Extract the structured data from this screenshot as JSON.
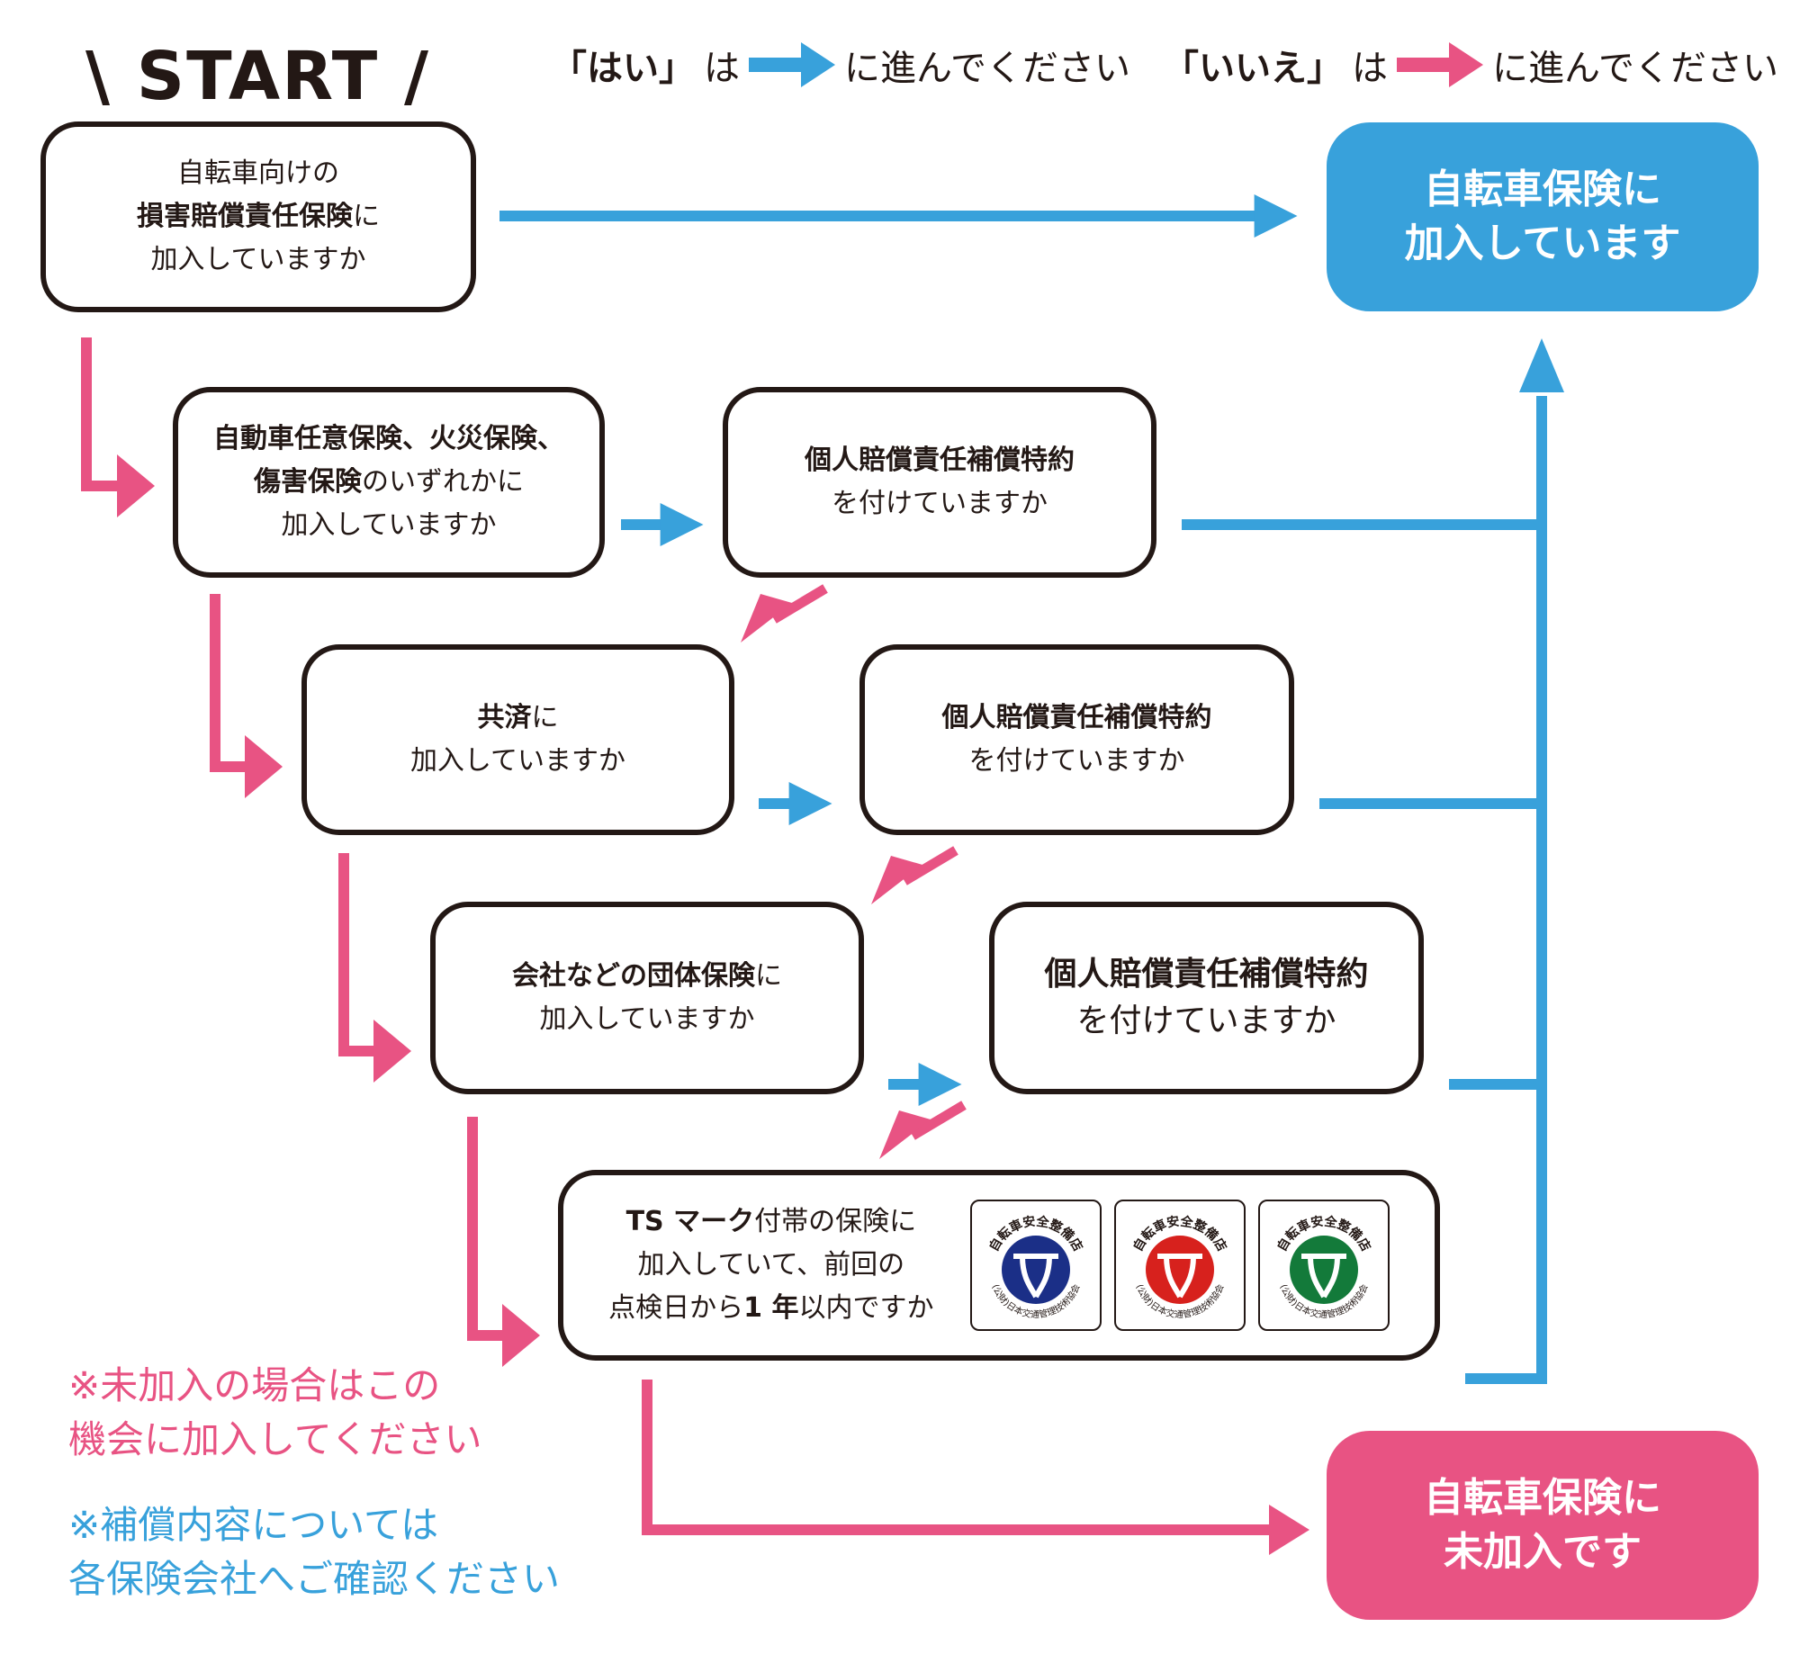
{
  "colors": {
    "yes": "#38a1db",
    "no": "#e85383",
    "text": "#231815",
    "badge_blue": "#1b2f87",
    "badge_red": "#d7211d",
    "badge_green": "#137a3a"
  },
  "start_label": "\\ START /",
  "legend": {
    "yes_word": "「はい」",
    "yes_ha": "は",
    "yes_arrow_icon": "arrow-right-blue",
    "yes_text": "に進んでください",
    "no_word": "「いいえ」",
    "no_ha": "は",
    "no_arrow_icon": "arrow-right-pink",
    "no_text": "に進んでください"
  },
  "questions": [
    {
      "line1": "自転車向けの",
      "line2_bold": "損害賠償責任保険",
      "line2_rest": "に",
      "line3": "加入していますか"
    },
    {
      "line1_bold": "自動車任意保険、火災保険、",
      "line2_bold": "傷害保険",
      "line2_rest": "のいずれかに",
      "line3": "加入していますか"
    },
    {
      "line1_bold": "個人賠償責任補償特約",
      "line2": "を付けていますか"
    },
    {
      "line1_bold": "共済",
      "line1_rest": "に",
      "line2": "加入していますか"
    },
    {
      "line1_bold": "個人賠償責任補償特約",
      "line2": "を付けていますか"
    },
    {
      "line1_bold": "会社などの団体保険",
      "line1_rest": "に",
      "line2": "加入していますか"
    },
    {
      "line1_bold": "個人賠償責任補償特約",
      "line2": "を付けていますか"
    },
    {
      "line1_bold": "TS マーク",
      "line1_rest": "付帯の保険に",
      "line2": "加入していて、前回の",
      "line3_pre": "点検日から",
      "line3_bold": "1 年",
      "line3_post": "以内ですか"
    }
  ],
  "ts_badges": [
    {
      "top_text": "自転車安全整備店",
      "mark": "TS",
      "bottom_text": "(公財)日本交通管理技術協会",
      "color": "blue"
    },
    {
      "top_text": "自転車安全整備店",
      "mark": "TS",
      "bottom_text": "(公財)日本交通管理技術協会",
      "color": "red"
    },
    {
      "top_text": "自転車安全整備店",
      "mark": "TS",
      "bottom_text": "(公財)日本交通管理技術協会",
      "color": "green"
    }
  ],
  "results": {
    "insured": {
      "line1": "自転車保険に",
      "line2": "加入しています"
    },
    "not_insured": {
      "line1": "自転車保険に",
      "line2": "未加入です"
    }
  },
  "notes": {
    "pink": {
      "line1": "※未加入の場合はこの",
      "line2": "機会に加入してください"
    },
    "blue": {
      "line1": "※補償内容については",
      "line2": "各保険会社へご確認ください"
    }
  }
}
